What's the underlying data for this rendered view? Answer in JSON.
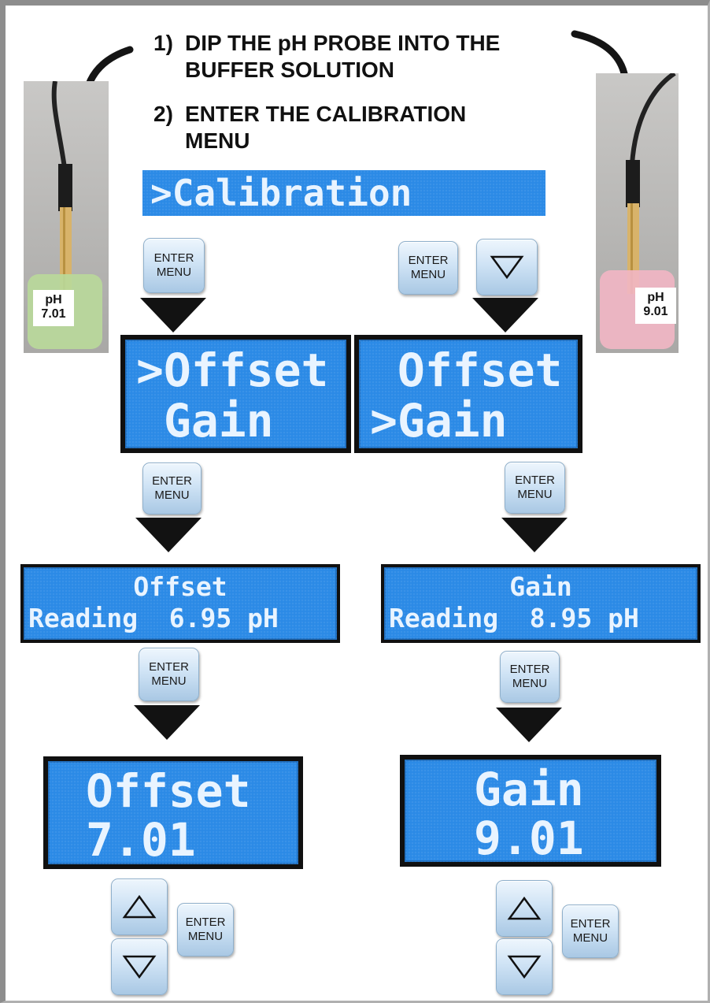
{
  "instructions": [
    {
      "number": "1)",
      "text": "DIP THE pH PROBE INTO THE\nBUFFER SOLUTION"
    },
    {
      "number": "2)",
      "text": "ENTER THE CALIBRATION\nMENU"
    }
  ],
  "probes": {
    "left_label": "pH\n7.01",
    "right_label": "pH\n9.01"
  },
  "screens": {
    "calibration": ">Calibration",
    "menu_offset": {
      "line1": ">Offset",
      "line2": " Gain"
    },
    "menu_gain": {
      "line1": " Offset",
      "line2": ">Gain"
    },
    "offset_reading": {
      "line1": "Offset",
      "line2": "Reading  6.95 pH"
    },
    "gain_reading": {
      "line1": "Gain",
      "line2": "Reading  8.95 pH"
    },
    "offset_value": {
      "line1": "Offset",
      "line2": "7.01"
    },
    "gain_value": {
      "line1": "Gain",
      "line2": "9.01"
    }
  },
  "keys": {
    "enter_menu": "ENTER\nMENU"
  },
  "colors": {
    "lcd_background": "#2b8ae6",
    "lcd_text": "#e9f4ff",
    "flow_arrow": "#121212"
  }
}
